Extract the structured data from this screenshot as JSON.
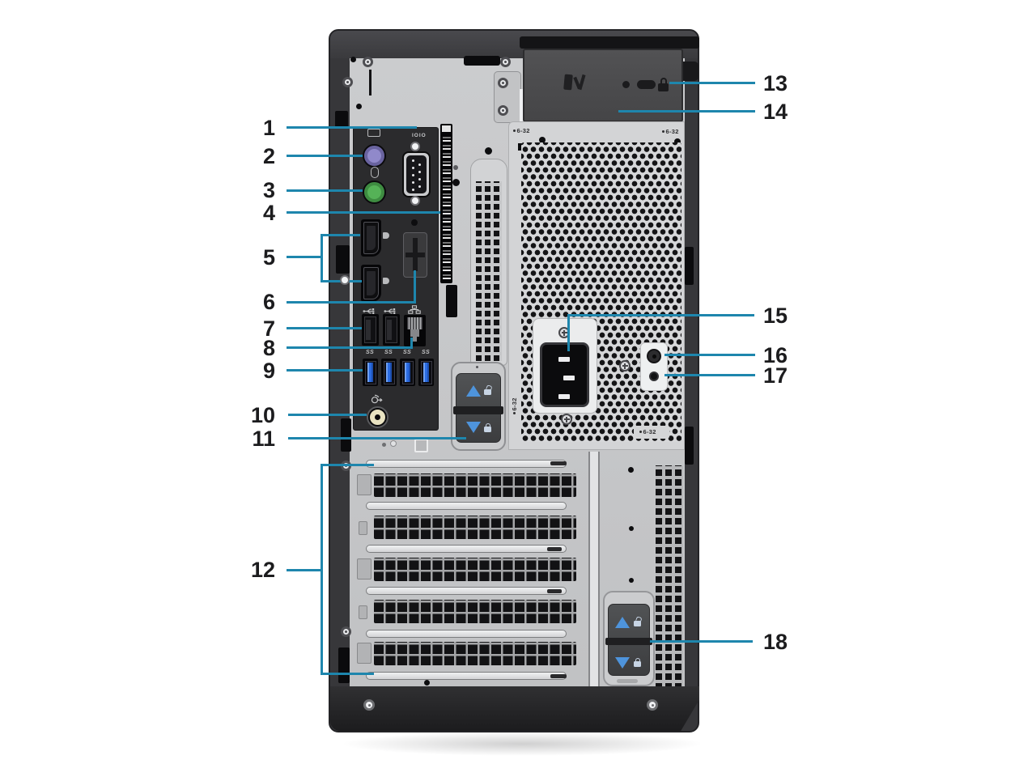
{
  "figure": {
    "subject": "Tower workstation rear view",
    "type": "hardware callout diagram"
  },
  "colors": {
    "callout_line": "#1e86ad",
    "callout_number": "#1c1c1e",
    "chassis_dark": "#38383a",
    "rear_panel_light": "#c6c7c9",
    "io_panel_dark": "#2b2b2d",
    "ps2_keyboard_port": "#9089ca",
    "ps2_mouse_port": "#55b257",
    "usb3_tongue": "#2b6ce2",
    "latch_arrow": "#4e94dc",
    "audio_ring": "#e9e3c2"
  },
  "markings": {
    "serial_port_label": "IOIO",
    "screw_thread_label": "6-32",
    "usb3_port_label": "SS"
  },
  "callouts": [
    {
      "number": "1",
      "target": "serial-port"
    },
    {
      "number": "2",
      "target": "ps2-keyboard-port"
    },
    {
      "number": "3",
      "target": "ps2-mouse-port"
    },
    {
      "number": "4",
      "target": "service-tag-label"
    },
    {
      "number": "5",
      "target": "displayports"
    },
    {
      "number": "6",
      "target": "optional-port-slot"
    },
    {
      "number": "7",
      "target": "usb2-ports"
    },
    {
      "number": "8",
      "target": "ethernet-port"
    },
    {
      "number": "9",
      "target": "usb3-ports"
    },
    {
      "number": "10",
      "target": "audio-line-out-port"
    },
    {
      "number": "11",
      "target": "psu-release-latch"
    },
    {
      "number": "12",
      "target": "expansion-card-slots"
    },
    {
      "number": "13",
      "target": "security-lock-slot"
    },
    {
      "number": "14",
      "target": "cover-release-latch"
    },
    {
      "number": "15",
      "target": "power-connector"
    },
    {
      "number": "16",
      "target": "psu-diagnostics-button"
    },
    {
      "number": "17",
      "target": "psu-led"
    },
    {
      "number": "18",
      "target": "psu-hinge-latch"
    }
  ]
}
